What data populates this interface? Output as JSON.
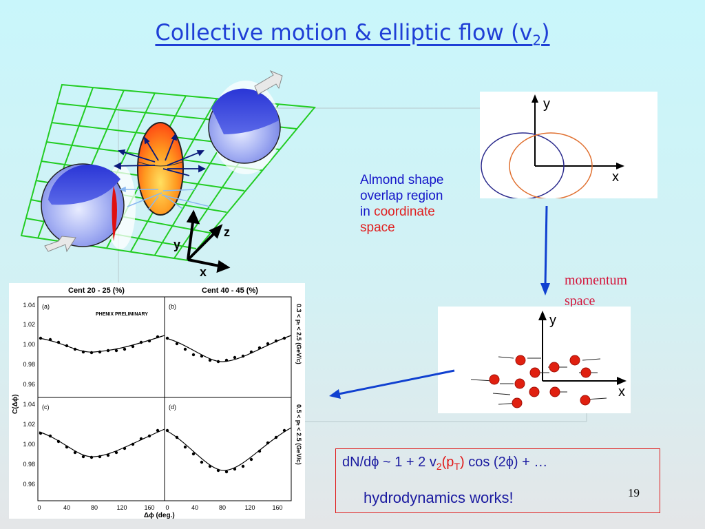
{
  "slide": {
    "title": "Collective motion & elliptic flow (v",
    "title_sub": "2",
    "title_close": ")",
    "page_number": "19"
  },
  "almond_text": {
    "line1": "Almond shape",
    "line2": "overlap region",
    "line3_prefix": "in ",
    "line3_red": "coordinate",
    "line4": "space"
  },
  "momentum_label": {
    "line1": "momentum",
    "line2": "space"
  },
  "collision_diagram": {
    "axis_labels": {
      "z": "z",
      "y": "y",
      "x": "x"
    }
  },
  "coordinate_space_panel": {
    "axis_y": "y",
    "axis_x": "x"
  },
  "momentum_space_panel": {
    "axis_y": "y",
    "axis_x": "x"
  },
  "phenix_plot": {
    "col_titles": [
      "Cent 20 - 25 (%)",
      "Cent 40 - 45 (%)"
    ],
    "panel_labels": [
      "(a)",
      "(b)",
      "(c)",
      "(d)"
    ],
    "watermark": "PHENIX PRELIMINARY",
    "y_label": "C(Δϕ)",
    "x_label": "Δϕ (deg.)",
    "y_ticks_top": [
      "1.04",
      "1.02",
      "1.00",
      "0.98",
      "0.96"
    ],
    "y_ticks_bottom": [
      "1.04",
      "1.02",
      "1.00",
      "0.98",
      "0.96"
    ],
    "x_ticks_left": [
      "0",
      "40",
      "80",
      "120",
      "160"
    ],
    "x_ticks_right": [
      "0",
      "40",
      "80",
      "120",
      "160"
    ],
    "right_label_top": "0.3 < pₜ < 2.5 (GeV/c)",
    "right_label_bottom": "0.5 < pₜ < 2.5 (GeV/c)"
  },
  "formula": {
    "part1": "dN/dϕ ~ 1 + 2 v",
    "sub1": "2",
    "part2": "(p",
    "sub2": "T",
    "part3": ")",
    "part4": " cos (2ϕ) + …"
  },
  "conclusion": "hydrodynamics works!",
  "colors": {
    "title": "#1f3fd6",
    "grid": "#22cc22",
    "nucleus": "#3344dd",
    "almond_fill": "#ff7a10",
    "ellipse_left": "#2a2a8c",
    "ellipse_right": "#e07030",
    "arrow_blue": "#1040d0",
    "particle_red": "#e02010",
    "box_border": "#e01818"
  }
}
